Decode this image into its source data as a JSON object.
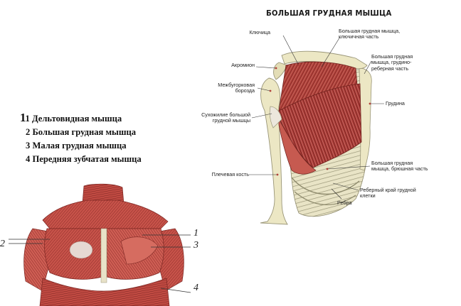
{
  "title": "БОЛЬШАЯ ГРУДНАЯ МЫШЦА",
  "labels": {
    "klyuchitsa": "Ключица",
    "akromion": "Акромион",
    "bugorkovaya": "Межбугорковая\nборозда",
    "sukhozhilie": "Сухожилие большой\nгрудной мышцы",
    "plechevaya": "Плечевая кость",
    "klyuchichnaya": "Большая грудная мышца,\nключичная часть",
    "grudino_rebernaya": "Большая грудная\nмышца, грудино-\nреберная часть",
    "grudina": "Грудина",
    "bryushnaya": "Большая грудная\nмышца, брюшная часть",
    "rebernyi_krai": "Реберный край грудной\nклетки",
    "rebra": "Ребра"
  },
  "legend": {
    "lead": "1",
    "items": [
      "1 Дельтовидная мышца",
      "2 Большая грудная мышца",
      "3 Малая грудная мышца",
      "4 Передняя зубчатая мышца"
    ]
  },
  "figure_numbers": {
    "n1": "1",
    "n2": "2",
    "n3": "3",
    "n4": "4"
  },
  "colors": {
    "muscle": "#b0403a",
    "muscle_light": "#d7766a",
    "bone": "#ece7c4",
    "bone_shade": "#c9c39a",
    "tendon": "#ece7dc",
    "leader": "#333333"
  }
}
